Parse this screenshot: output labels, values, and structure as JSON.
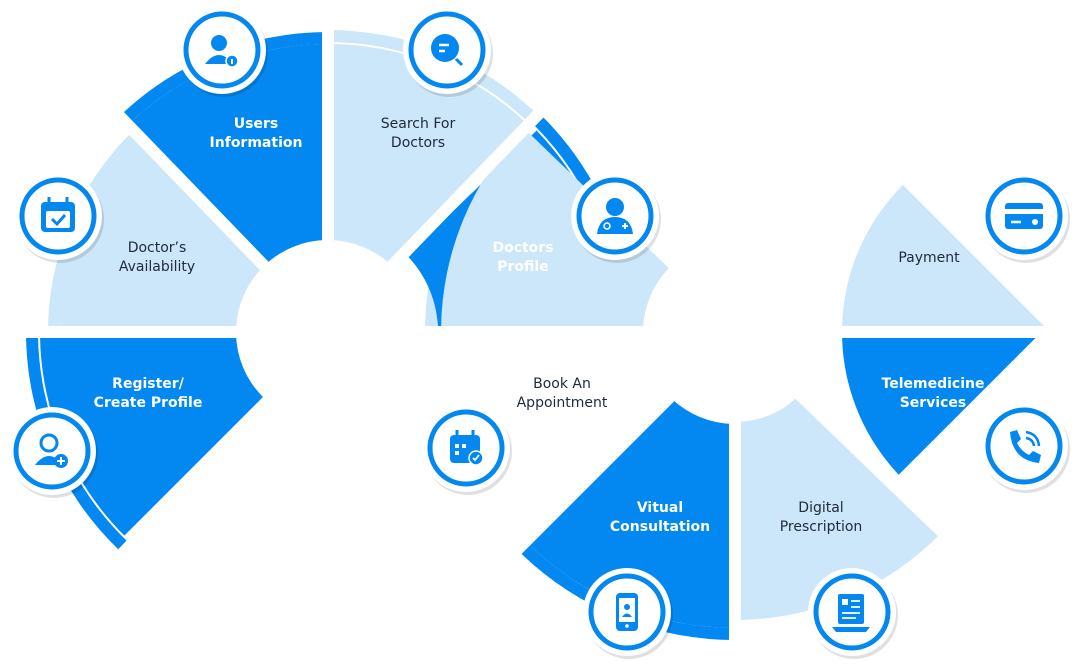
{
  "colors": {
    "dark": "#0288F0",
    "light": "#CCE6FA",
    "text_dark": "#1f2a3a",
    "text_light": "#ffffff",
    "badge_ring": "#0288F0",
    "badge_bg": "#ffffff"
  },
  "segments": [
    {
      "id": "register",
      "label_lines": [
        "Register/",
        "Create Profile"
      ],
      "tone": "dark",
      "icon": "user-add-icon"
    },
    {
      "id": "availability",
      "label_lines": [
        "Doctor’s",
        "Availability"
      ],
      "tone": "light",
      "icon": "calendar-check-icon"
    },
    {
      "id": "users-info",
      "label_lines": [
        "Users",
        "Information"
      ],
      "tone": "dark",
      "icon": "user-info-icon"
    },
    {
      "id": "search",
      "label_lines": [
        "Search For",
        "Doctors"
      ],
      "tone": "light",
      "icon": "search-chat-icon"
    },
    {
      "id": "doctors-profile",
      "label_lines": [
        "Doctors",
        "Profile"
      ],
      "tone": "dark",
      "icon": "doctor-icon"
    },
    {
      "id": "book",
      "label_lines": [
        "Book An",
        "Appointment"
      ],
      "tone": "light",
      "icon": "calendar-book-icon"
    },
    {
      "id": "virtual",
      "label_lines": [
        "Vitual",
        "Consultation"
      ],
      "tone": "dark",
      "icon": "phone-video-icon"
    },
    {
      "id": "prescription",
      "label_lines": [
        "Digital",
        "Prescription"
      ],
      "tone": "light",
      "icon": "laptop-document-icon"
    },
    {
      "id": "telemedicine",
      "label_lines": [
        "Telemedicine",
        "Services"
      ],
      "tone": "dark",
      "icon": "phone-call-icon"
    },
    {
      "id": "payment",
      "label_lines": [
        "Payment"
      ],
      "tone": "light",
      "icon": "credit-card-icon"
    }
  ]
}
